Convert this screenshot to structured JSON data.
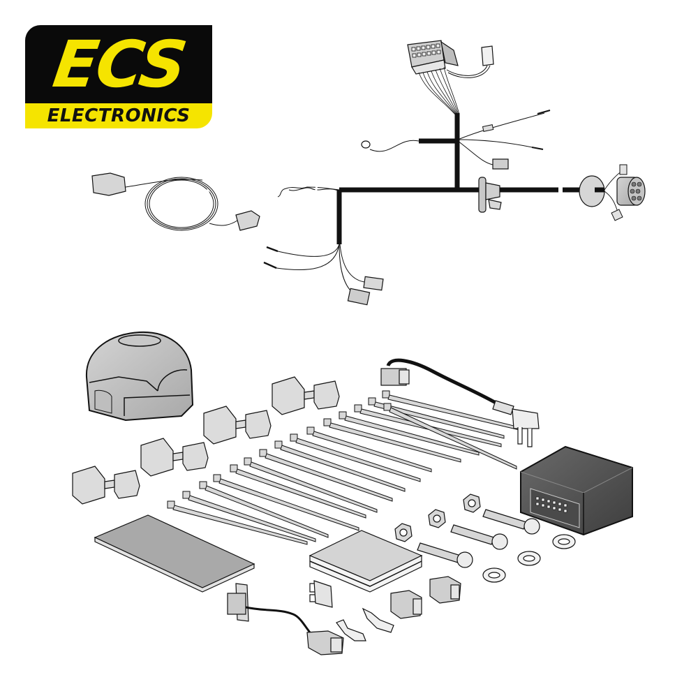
{
  "logo": {
    "mark": "ECS",
    "subtitle": "ELECTRONICS",
    "colors": {
      "primary": "#f5e400",
      "background": "#0a0a0a"
    }
  },
  "illustration": {
    "harness": {
      "label": "vehicle-wiring-harness",
      "parts": [
        "multi-pin-vehicle-connector",
        "small-2-pin-connector",
        "earth-ring-terminal",
        "bullet-terminals",
        "grommet",
        "13-pin-socket-connector",
        "twisted-pair-wire",
        "2-pin-plug-connectors"
      ]
    },
    "extension_cable": "looped-extension-cable-with-2-connectors",
    "kit_parts": [
      "13-pin-socket-cover",
      "scotchlock-wire-connectors",
      "cable-ties",
      "add-a-fuse-tap-with-lead",
      "control-module",
      "hex-nuts",
      "pan-head-bolts",
      "serrated-lock-washers",
      "adhesive-foam-pad",
      "double-sided-tape-square",
      "blade-fuse",
      "spade-terminals",
      "2-pin-plug-connectors",
      "relay-with-lead"
    ],
    "counts": {
      "scotchlock_connectors": 4,
      "cable_ties": 16,
      "nuts": 3,
      "bolts": 3,
      "washers": 3
    }
  }
}
